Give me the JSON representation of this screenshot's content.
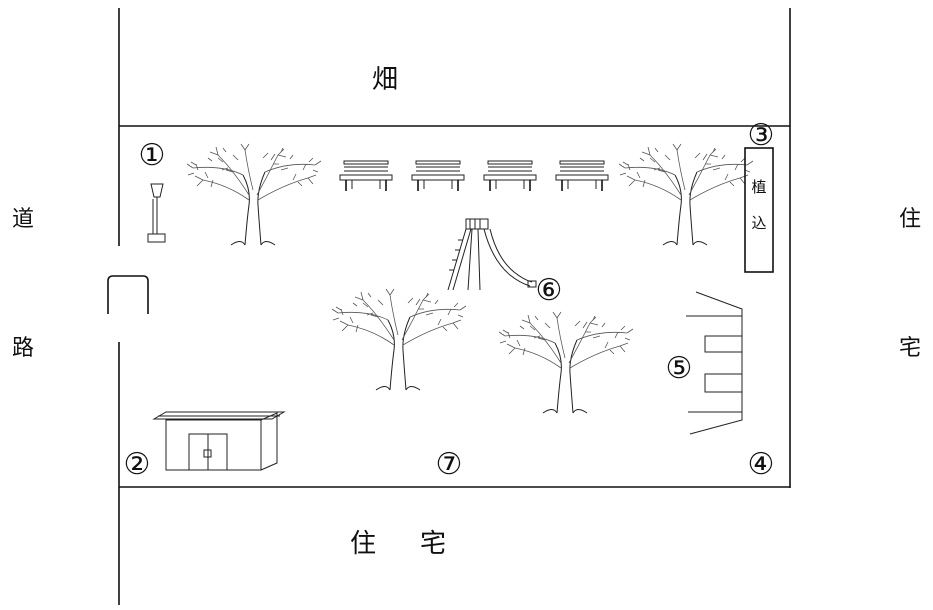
{
  "labels": {
    "top": "畑",
    "left_1": "道",
    "left_2": "路",
    "right_1": "住",
    "right_2": "宅",
    "bottom_1": "住",
    "bottom_2": "宅",
    "planting_1": "植",
    "planting_2": "込"
  },
  "markers": [
    "①",
    "②",
    "③",
    "④",
    "⑤",
    "⑥",
    "⑦"
  ],
  "icons": {
    "lamp": "street-lamp-icon",
    "tree": "tree-icon",
    "bench": "bench-icon",
    "slide": "slide-icon",
    "shed": "storage-shed-icon",
    "swing": "swing-icon"
  },
  "colors": {
    "ink": "#111111",
    "background": "#ffffff"
  }
}
